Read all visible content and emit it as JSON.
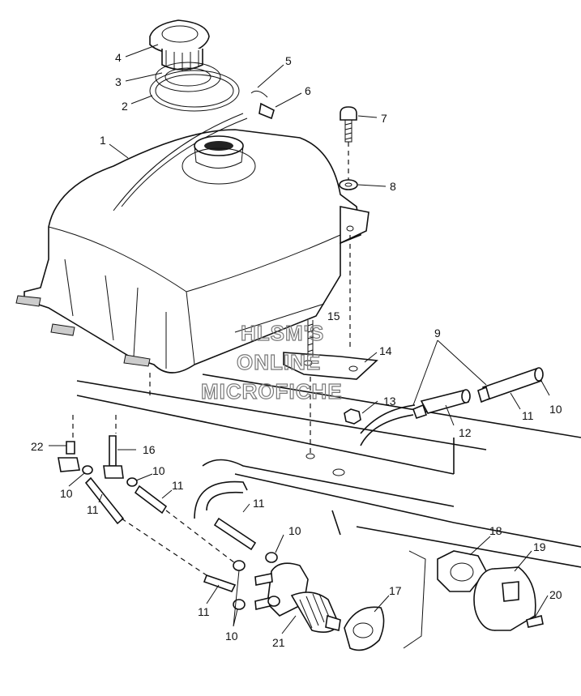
{
  "callouts": {
    "c1": "1",
    "c2": "2",
    "c3": "3",
    "c4": "4",
    "c5": "5",
    "c6": "6",
    "c7": "7",
    "c8": "8",
    "c9": "9",
    "c10a": "10",
    "c10b": "10",
    "c10c": "10",
    "c10d": "10",
    "c10e": "10",
    "c11a": "11",
    "c11b": "11",
    "c11c": "11",
    "c11d": "11",
    "c11e": "11",
    "c12": "12",
    "c13": "13",
    "c14": "14",
    "c15": "15",
    "c16": "16",
    "c17": "17",
    "c18": "18",
    "c19": "19",
    "c20": "20",
    "c21": "21",
    "c22": "22"
  },
  "watermark": {
    "line1": "HLSM'S",
    "line2": "ONLINE",
    "line3": "MICROFICHE"
  }
}
